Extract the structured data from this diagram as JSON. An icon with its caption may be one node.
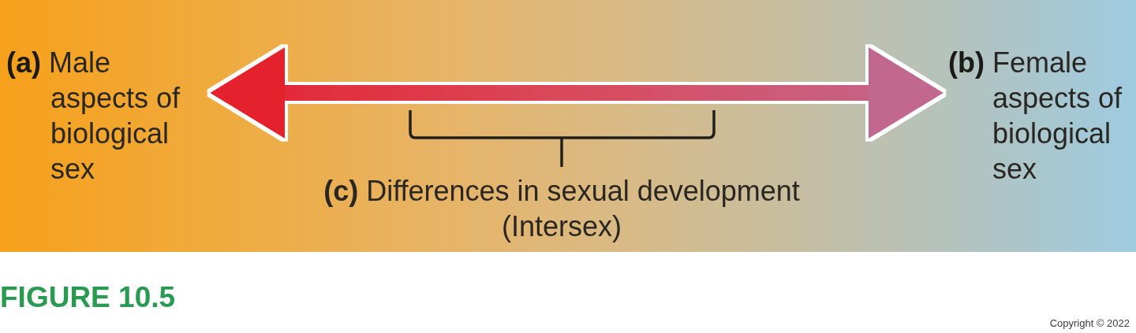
{
  "diagram": {
    "caption": "FIGURE 10.5",
    "nodes": [
      {
        "text": [
          "**(a)** Male aspects of biological sex"
        ]
      },
      {
        "text": [
          "**(b)** Female aspects of biological sex"
        ]
      }
    ],
    "edges": [
      {
        "from": 0,
        "to": 1,
        "arrow": "both"
      }
    ],
    "labels": [
      "**(c)** Differences in sexual development (Intersex)",
      "Copyright © 2022"
    ]
  }
}
